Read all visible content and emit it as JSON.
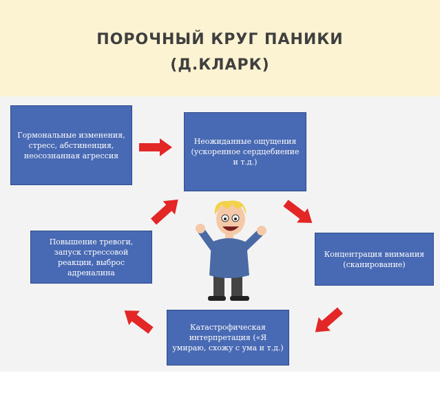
{
  "title": {
    "line1": "ПОРОЧНЫЙ КРУГ ПАНИКИ",
    "line2": "(Д.КЛАРК)"
  },
  "nodes": {
    "hormonal": "Гормональные изменения, стресс, абстиненция, неосознанная агрессия",
    "sensations": "Неожиданные ощущения (ускоренное сердцебиение и т.д.)",
    "attention": "Концентрация внимания (сканирование)",
    "interpretation": "Катастрофическая интерпретация («Я умираю, схожу с ума и т.д.)",
    "anxiety": "Повышение тревоги, запуск стрессовой реакции, выброс адреналина"
  },
  "colors": {
    "box": "#4869b3",
    "arrow": "#e32626",
    "header_bg": "#fbf3d2"
  },
  "icons": [
    "right-arrow-icon",
    "cartoon-man-illustration"
  ]
}
